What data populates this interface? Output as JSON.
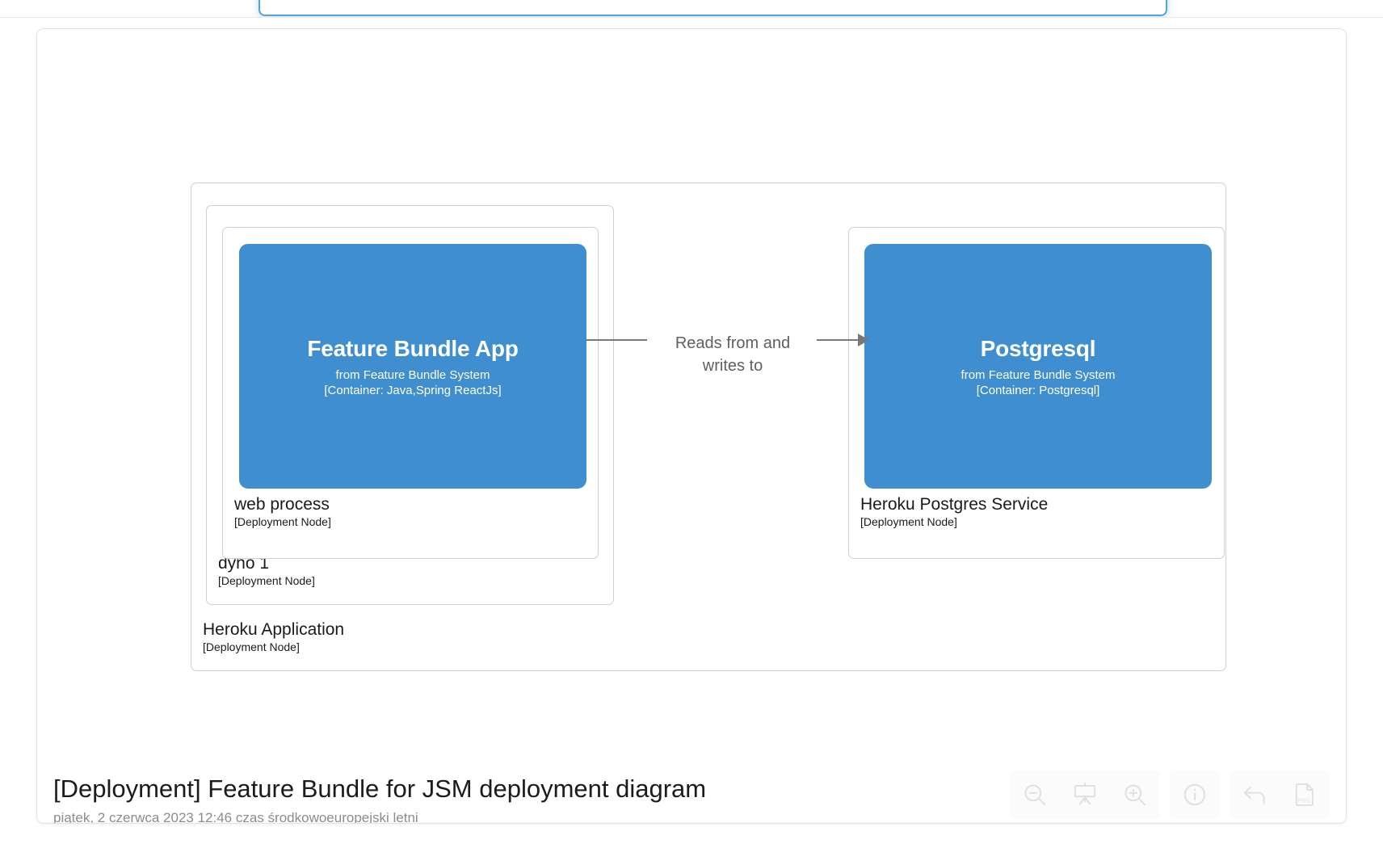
{
  "top_bar": {
    "focused_field_text": "",
    "border_color": "#4ea3e0"
  },
  "diagram": {
    "title": "[Deployment] Feature Bundle for JSM deployment diagram",
    "timestamp": "piątek, 2 czerwca 2023 12:46 czas środkowoeuropejski letni",
    "accent_color": "#3f8ed0",
    "node_border_color": "#cfcfcf",
    "relationship_color": "#787878"
  },
  "nodes": {
    "heroku_application": {
      "name": "Heroku Application",
      "type": "[Deployment Node]"
    },
    "dyno_1": {
      "name": "dyno 1",
      "type": "[Deployment Node]"
    },
    "web_process": {
      "name": "web process",
      "type": "[Deployment Node]"
    },
    "heroku_postgres_service": {
      "name": "Heroku Postgres Service",
      "type": "[Deployment Node]"
    }
  },
  "containers": [
    {
      "id": "feature-bundle-app",
      "title": "Feature Bundle App",
      "subtitle": "from Feature Bundle System",
      "technology": "[Container: Java,Spring ReactJs]"
    },
    {
      "id": "postgresql",
      "title": "Postgresql",
      "subtitle": "from Feature Bundle System",
      "technology": "[Container: Postgresql]"
    }
  ],
  "relationship": {
    "label": "Reads from and\nwrites to",
    "from": "feature-bundle-app",
    "to": "postgresql"
  },
  "toolbar": {
    "buttons": [
      {
        "name": "zoom-out-icon",
        "label": "Zoom out"
      },
      {
        "name": "fit-to-screen-icon",
        "label": "Fit to screen"
      },
      {
        "name": "zoom-in-icon",
        "label": "Zoom in"
      },
      {
        "name": "info-icon",
        "label": "Info"
      },
      {
        "name": "back-arrow-icon",
        "label": "Back"
      },
      {
        "name": "png-export-icon",
        "label": "PNG"
      }
    ]
  }
}
